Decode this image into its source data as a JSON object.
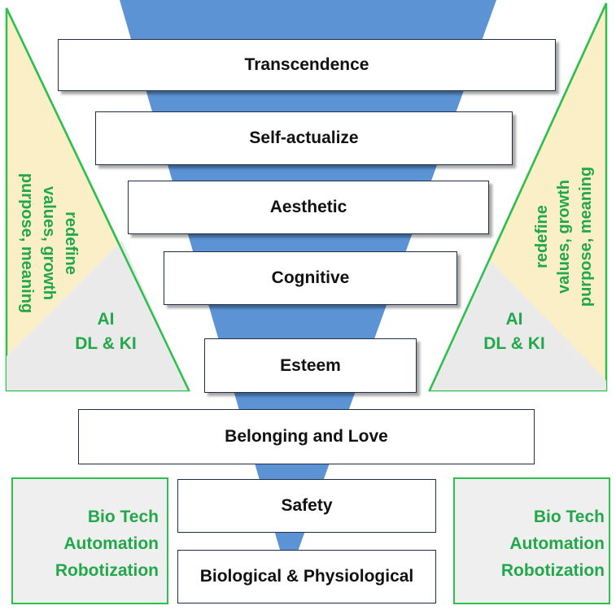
{
  "levels": [
    "Transcendence",
    "Self-actualize",
    "Aesthetic",
    "Cognitive",
    "Esteem",
    "Belonging and Love",
    "Safety",
    "Biological & Physiological"
  ],
  "side_panels": {
    "redefine_lines": [
      "redefine",
      "values, growth",
      "purpose, meaning"
    ],
    "ai_lines": [
      "AI",
      "DL & KI"
    ]
  },
  "tech_boxes": {
    "lines": [
      "Bio Tech",
      "Automation",
      "Robotization"
    ]
  },
  "colors": {
    "funnel_blue": "#5b93d5",
    "green": "#22a84a",
    "beige": "#fbefc8",
    "grey": "#eaeaea",
    "box_border": "#1f2d4a"
  }
}
